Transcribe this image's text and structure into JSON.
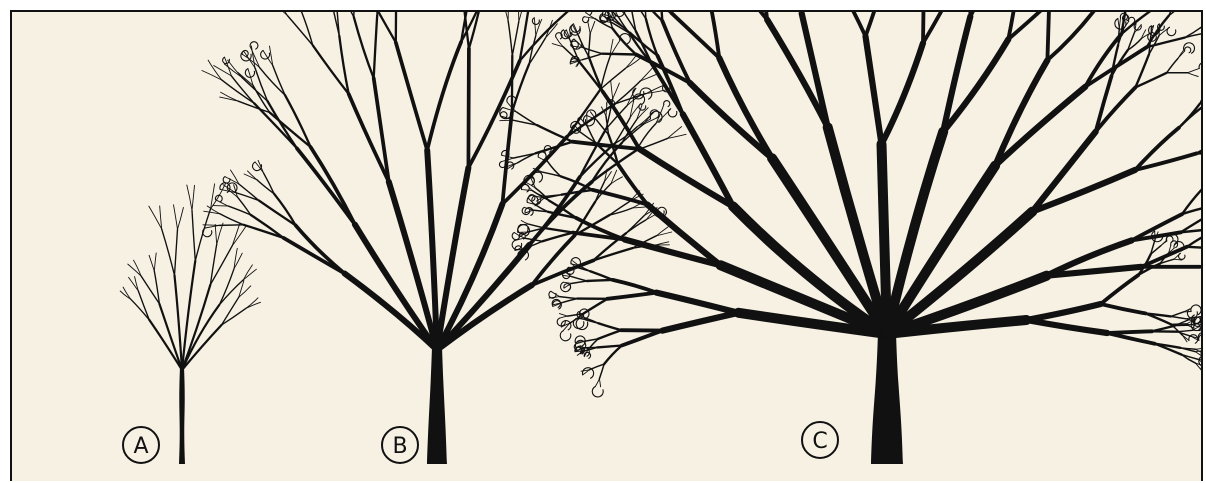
{
  "figure": {
    "labels": {
      "a": "A",
      "b": "B",
      "c": "C"
    },
    "ink_color": "#111111",
    "paper_color": "#f7f1e4"
  }
}
